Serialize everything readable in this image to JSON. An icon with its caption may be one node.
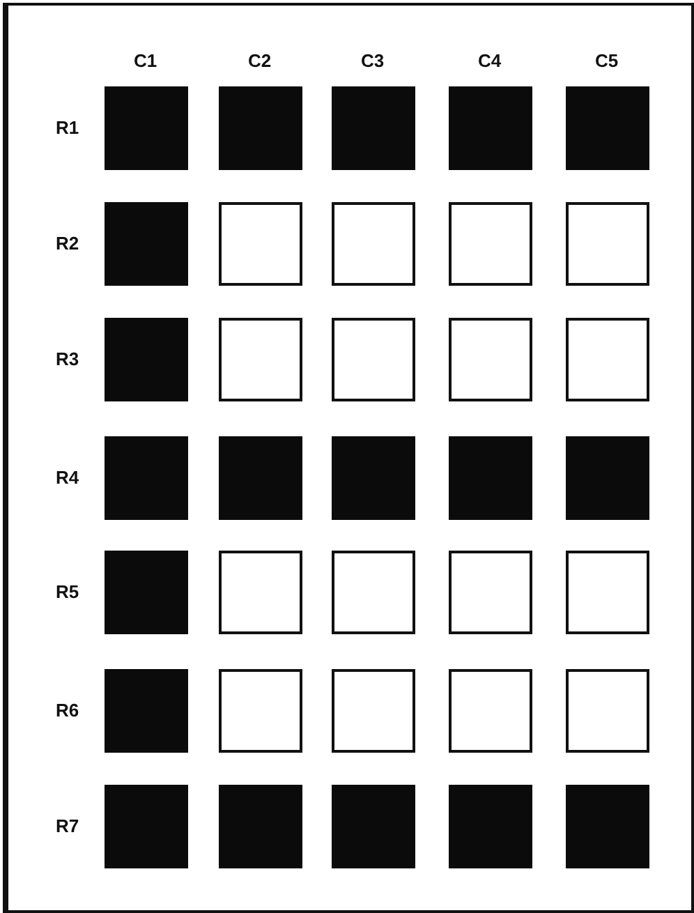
{
  "diagram": {
    "nodes": [
      {
        "text": [],
        "shape": "block"
      },
      {
        "text": [],
        "shape": "block"
      },
      {
        "text": [],
        "shape": "block"
      },
      {
        "text": [],
        "shape": "block"
      },
      {
        "text": [],
        "shape": "block"
      },
      {
        "text": [],
        "shape": "block"
      },
      {
        "text": [],
        "shape": "box"
      },
      {
        "text": [],
        "shape": "box"
      },
      {
        "text": [],
        "shape": "box"
      },
      {
        "text": [],
        "shape": "box"
      },
      {
        "text": [],
        "shape": "block"
      },
      {
        "text": [],
        "shape": "box"
      },
      {
        "text": [],
        "shape": "box"
      },
      {
        "text": [],
        "shape": "box"
      },
      {
        "text": [],
        "shape": "box"
      },
      {
        "text": [],
        "shape": "block"
      },
      {
        "text": [],
        "shape": "block"
      },
      {
        "text": [],
        "shape": "block"
      },
      {
        "text": [],
        "shape": "block"
      },
      {
        "text": [],
        "shape": "block"
      },
      {
        "text": [],
        "shape": "block"
      },
      {
        "text": [],
        "shape": "box"
      },
      {
        "text": [],
        "shape": "box"
      },
      {
        "text": [],
        "shape": "box"
      },
      {
        "text": [],
        "shape": "box"
      },
      {
        "text": [],
        "shape": "block"
      },
      {
        "text": [],
        "shape": "box"
      },
      {
        "text": [],
        "shape": "box"
      },
      {
        "text": [],
        "shape": "box"
      },
      {
        "text": [],
        "shape": "box"
      },
      {
        "text": [],
        "shape": "block"
      },
      {
        "text": [],
        "shape": "block"
      },
      {
        "text": [],
        "shape": "block"
      },
      {
        "text": [],
        "shape": "block"
      },
      {
        "text": [],
        "shape": "block"
      }
    ],
    "labels": [
      "C1",
      "C2",
      "C3",
      "C4",
      "C5",
      "R1",
      "R2",
      "R3",
      "R4",
      "R5",
      "R6",
      "R7"
    ]
  }
}
